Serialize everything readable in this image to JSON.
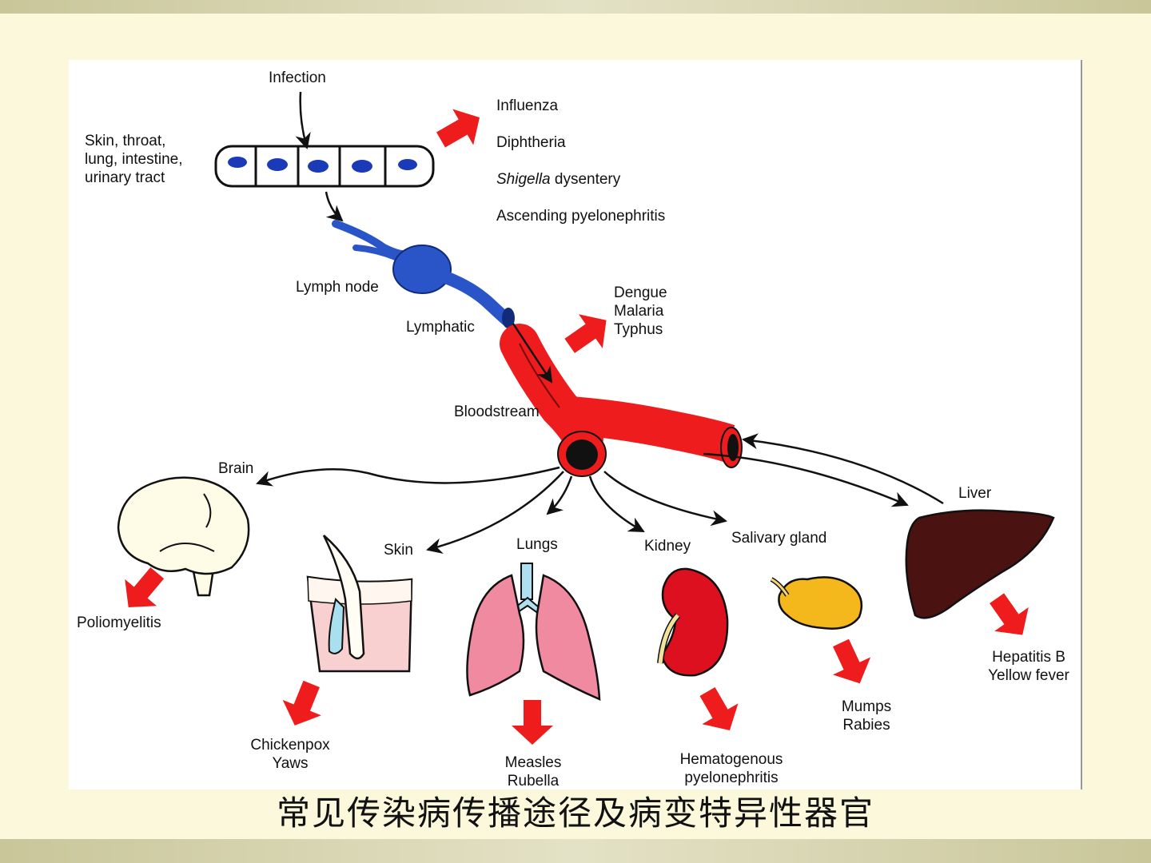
{
  "caption": "常见传染病传播途径及病变特异性器官",
  "colors": {
    "background": "#fbf8dc",
    "band": "#c9c69a",
    "arrow_red": "#ee1c1c",
    "blood": "#ee1c1c",
    "lymph": "#2a55c8"
  },
  "labels": {
    "infection": "Infection",
    "entry_sites": "Skin, throat,\nlung, intestine,\nurinary tract",
    "local_diseases_1": "Influenza",
    "local_diseases_2": "Diphtheria",
    "local_diseases_3_italic": "Shigella",
    "local_diseases_3_rest": " dysentery",
    "local_diseases_4": "Ascending pyelonephritis",
    "lymph_node": "Lymph node",
    "lymphatic": "Lymphatic",
    "blood_diseases": "Dengue\nMalaria\nTyphus",
    "bloodstream": "Bloodstream",
    "brain": "Brain",
    "brain_disease": "Poliomyelitis",
    "skin": "Skin",
    "skin_diseases": "Chickenpox\nYaws",
    "lungs": "Lungs",
    "lungs_diseases": "Measles\nRubella",
    "kidney": "Kidney",
    "kidney_diseases": "Hematogenous\npyelonephritis",
    "salivary": "Salivary gland",
    "salivary_diseases": "Mumps\nRabies",
    "liver": "Liver",
    "liver_diseases": "Hepatitis B\nYellow fever"
  }
}
